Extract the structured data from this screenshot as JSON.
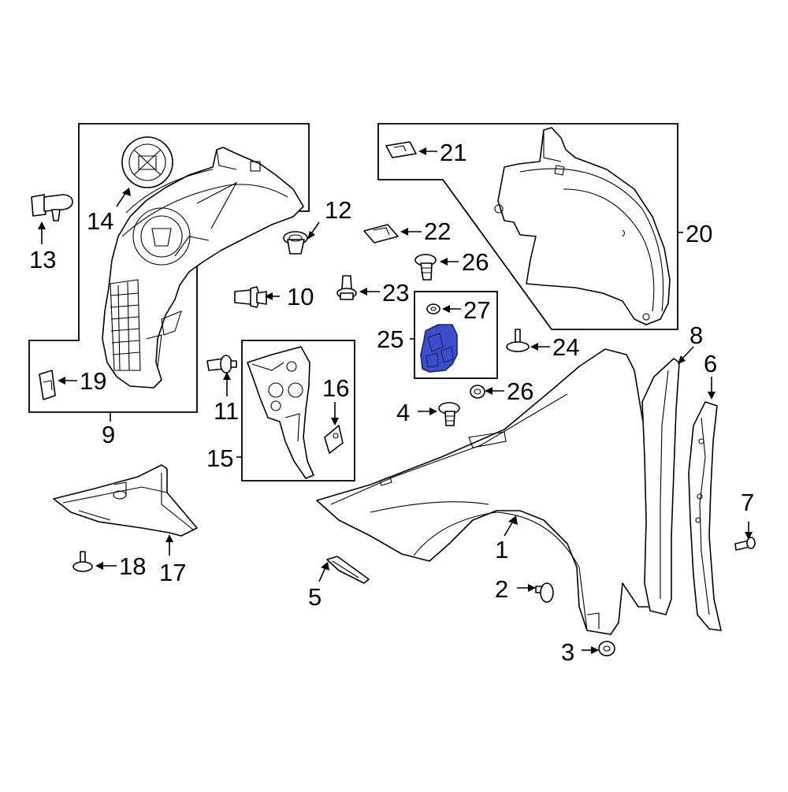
{
  "callouts": {
    "c1": "1",
    "c2": "2",
    "c3": "3",
    "c4": "4",
    "c5": "5",
    "c6": "6",
    "c7": "7",
    "c8": "8",
    "c9": "9",
    "c10": "10",
    "c11": "11",
    "c12": "12",
    "c13": "13",
    "c14": "14",
    "c15": "15",
    "c16": "16",
    "c17": "17",
    "c18": "18",
    "c19": "19",
    "c20": "20",
    "c21": "21",
    "c22": "22",
    "c23": "23",
    "c24": "24",
    "c25": "25",
    "c26a": "26",
    "c26b": "26",
    "c27": "27"
  },
  "colors": {
    "highlight": "#3b4fc8",
    "line": "#000000",
    "background": "#ffffff"
  }
}
